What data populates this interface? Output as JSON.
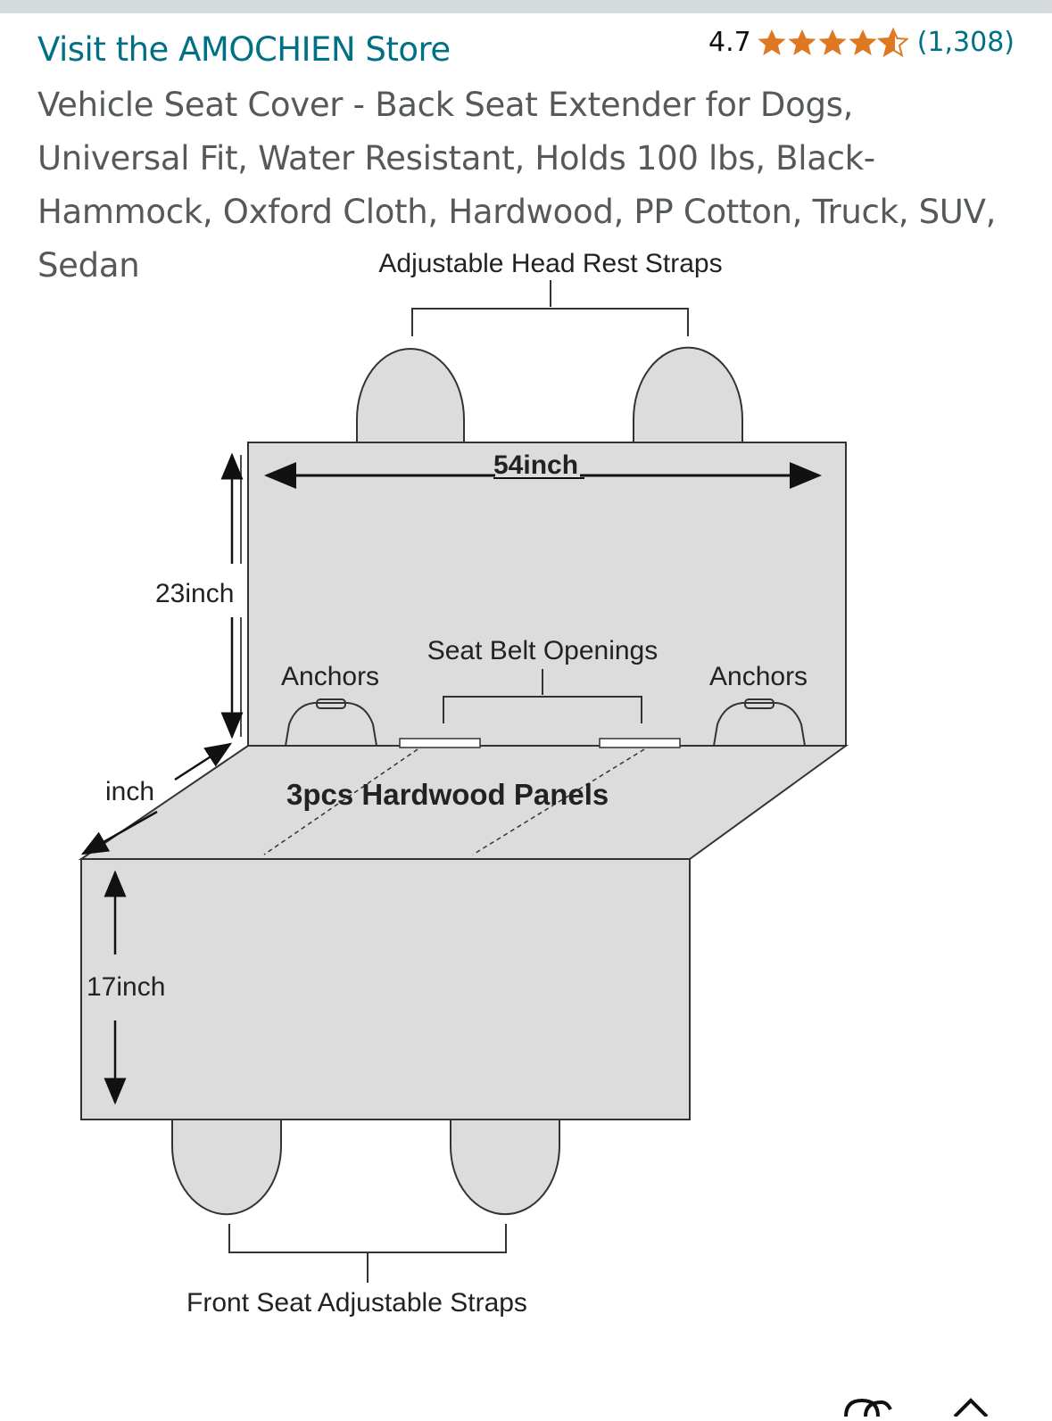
{
  "store": {
    "link_text": "Visit the AMOCHIEN Store"
  },
  "rating": {
    "value": "4.7",
    "stars_out_of_5": 4.7,
    "star_color": "#de7921",
    "count": "(1,308)"
  },
  "product": {
    "title": "Vehicle Seat Cover - Back Seat Extender for Dogs, Universal Fit, Water Resistant, Holds 100 lbs, Black-Hammock, Oxford Cloth, Hardwood, PP Cotton, Truck, SUV, Sedan"
  },
  "diagram": {
    "headrest_label": "Adjustable Head Rest Straps",
    "width_label": "54inch",
    "height_label": "23inch",
    "depth_label": "inch",
    "front_height_label": "17inch",
    "seat_belt_label": "Seat Belt Openings",
    "anchors_left": "Anchors",
    "anchors_right": "Anchors",
    "panels_label": "3pcs Hardwood Panels",
    "front_straps_label": "Front Seat Adjustable Straps"
  },
  "colors": {
    "link": "#007185",
    "title": "#565959",
    "panel_fill": "#dcdcdc"
  }
}
